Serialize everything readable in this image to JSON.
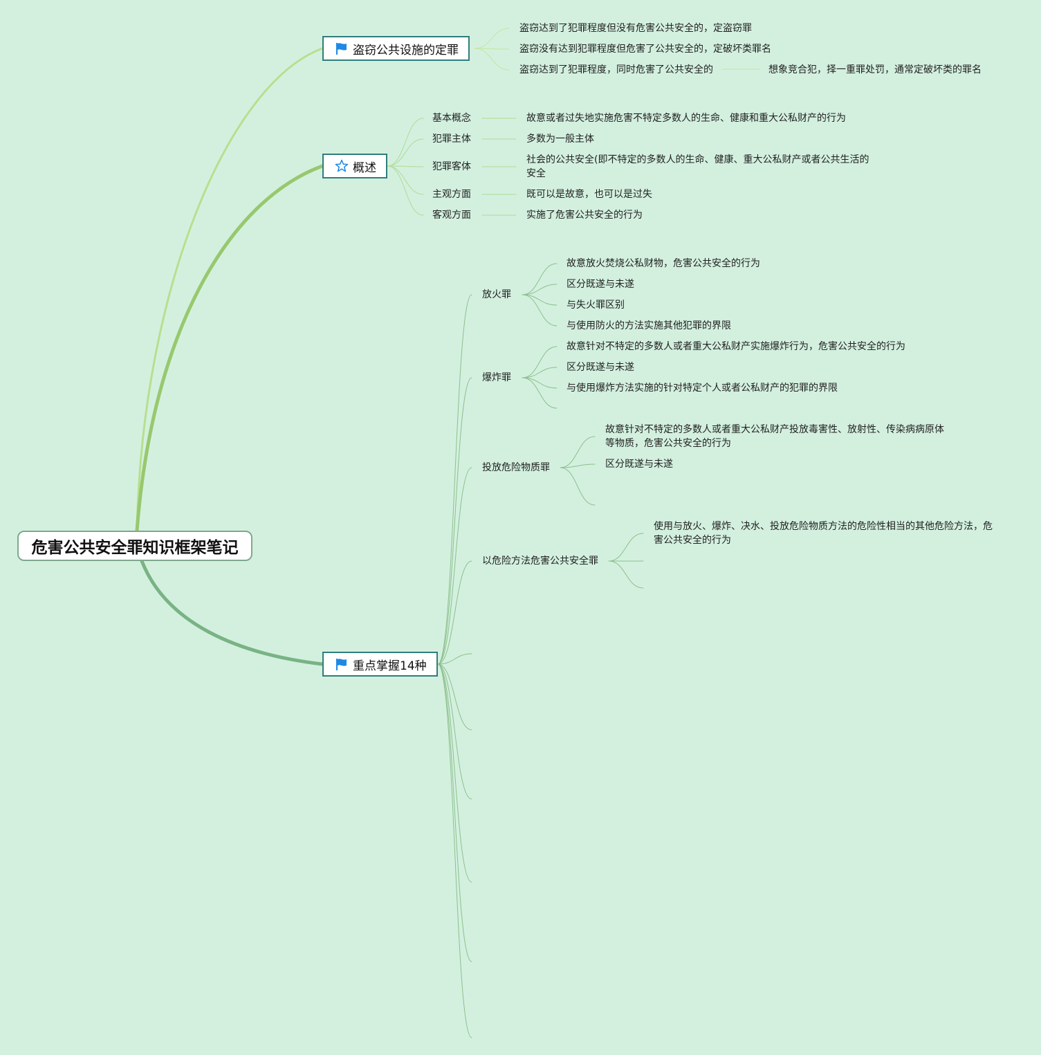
{
  "root": {
    "title": "危害公共安全罪知识框架笔记"
  },
  "colors": {
    "background": "#d3f0df",
    "branch_light": "#b6e08e",
    "branch_mid": "#98c86e",
    "branch_dark": "#79b384",
    "node_border": "#2e7d7a",
    "flag_blue": "#1e88e5"
  },
  "branches": {
    "theft": {
      "label": "盗窃公共设施的定罪",
      "icon": "flag-icon",
      "items": [
        "盗窃达到了犯罪程度但没有危害公共安全的，定盗窃罪",
        "盗窃没有达到犯罪程度但危害了公共安全的，定破坏类罪名",
        "盗窃达到了犯罪程度，同时危害了公共安全的"
      ],
      "conclusion": "想象竞合犯，择一重罪处罚，通常定破坏类的罪名"
    },
    "overview": {
      "label": "概述",
      "icon": "star-icon",
      "items": [
        {
          "key": "基本概念",
          "value": "故意或者过失地实施危害不特定多数人的生命、健康和重大公私财产的行为"
        },
        {
          "key": "犯罪主体",
          "value": "多数为一般主体"
        },
        {
          "key": "犯罪客体",
          "value": "社会的公共安全(即不特定的多数人的生命、健康、重大公私财产或者公共生活的安全"
        },
        {
          "key": "主观方面",
          "value": "既可以是故意，也可以是过失"
        },
        {
          "key": "客观方面",
          "value": "实施了危害公共安全的行为"
        }
      ]
    },
    "key14": {
      "label": "重点掌握14种",
      "icon": "flag-icon",
      "crimes": [
        {
          "name": "放火罪",
          "points": [
            "故意放火焚烧公私财物，危害公共安全的行为",
            "区分既遂与未遂",
            "与失火罪区别",
            "与使用防火的方法实施其他犯罪的界限"
          ]
        },
        {
          "name": "爆炸罪",
          "points": [
            "故意针对不特定的多数人或者重大公私财产实施爆炸行为，危害公共安全的行为",
            "区分既遂与未遂",
            "与使用爆炸方法实施的针对特定个人或者公私财产的犯罪的界限"
          ]
        },
        {
          "name": "投放危险物质罪",
          "points": [
            "故意针对不特定的多数人或者重大公私财产投放毒害性、放射性、传染病病原体等物质，危害公共安全的行为",
            "区分既遂与未遂"
          ]
        },
        {
          "name": "以危险方法危害公共安全罪",
          "points": [
            "使用与放火、爆炸、决水、投放危险物质方法的危险性相当的其他危险方法，危害公共安全的行为"
          ]
        }
      ]
    }
  }
}
